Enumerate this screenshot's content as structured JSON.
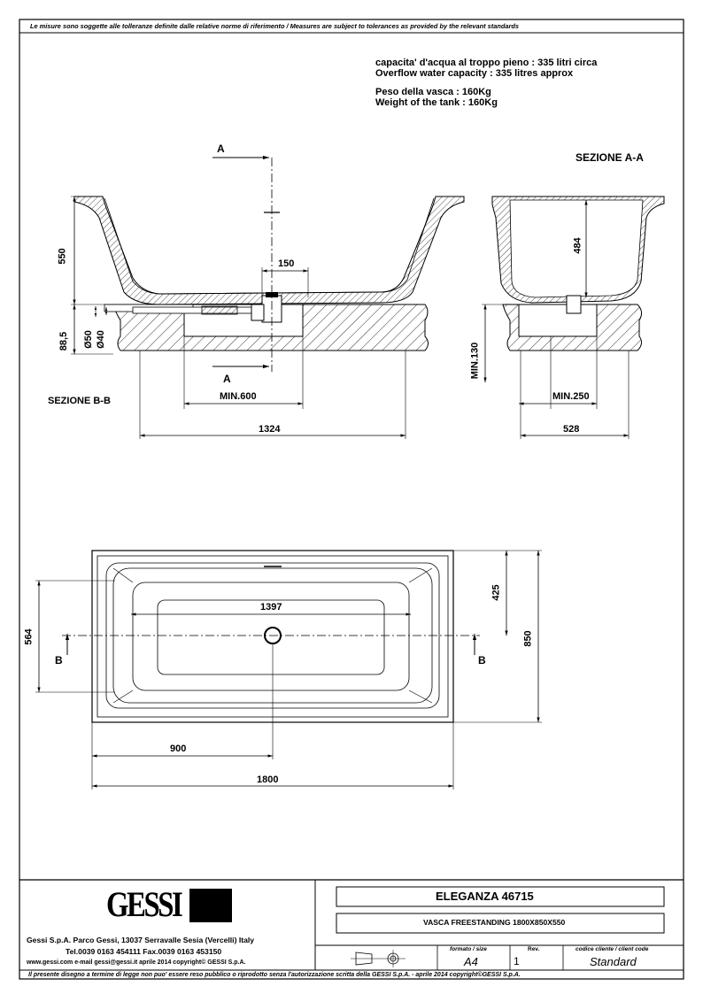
{
  "header_note": "Le misure sono soggette alle tolleranze definite dalle relative norme di riferimento / Measures are subject to tolerances as provided by the relevant standards",
  "specs": {
    "capacity_it": "capacita' d'acqua al troppo pieno : 335 litri circa",
    "capacity_en": "Overflow water capacity : 335 litres approx",
    "weight_it": "Peso della vasca : 160Kg",
    "weight_en": "Weight of the tank : 160Kg"
  },
  "section_bb": {
    "title": "SEZIONE B-B",
    "marker": "A",
    "dim_height": "550",
    "dim_150": "150",
    "dim_885": "88,5",
    "dim_d50": "Ø50",
    "dim_d40": "Ø40",
    "dim_min600": "MIN.600",
    "dim_width": "1324"
  },
  "section_aa": {
    "title": "SEZIONE A-A",
    "dim_484": "484",
    "dim_min130": "MIN.130",
    "dim_min250": "MIN.250",
    "dim_528": "528"
  },
  "plan": {
    "marker": "B",
    "dim_1397": "1397",
    "dim_425": "425",
    "dim_564": "564",
    "dim_850": "850",
    "dim_900": "900",
    "dim_1800": "1800"
  },
  "title_block": {
    "logo": "GESSI",
    "product_name": "ELEGANZA 46715",
    "description": "VASCA FREESTANDING 1800X850X550",
    "address": "Gessi S.p.A. Parco Gessi, 13037 Serravalle Sesia (Vercelli) Italy",
    "phone": "Tel.0039 0163 454111 Fax.0039 0163 453150",
    "web": "www.gessi.com e-mail gessi@gessi.it aprile 2014 copyright© GESSI S.p.A.",
    "format_label": "formato / size",
    "format_value": "A4",
    "rev_label": "Rev.",
    "rev_value": "1",
    "client_label": "codice cliente / client code",
    "client_value": "Standard"
  },
  "footer_note": "Il presente disegno a termine di legge non puo' essere reso pubblico o riprodotto senza l'autorizzazione scritta della GESSI S.p.A. - aprile 2014 copyright©GESSI S.p.A."
}
